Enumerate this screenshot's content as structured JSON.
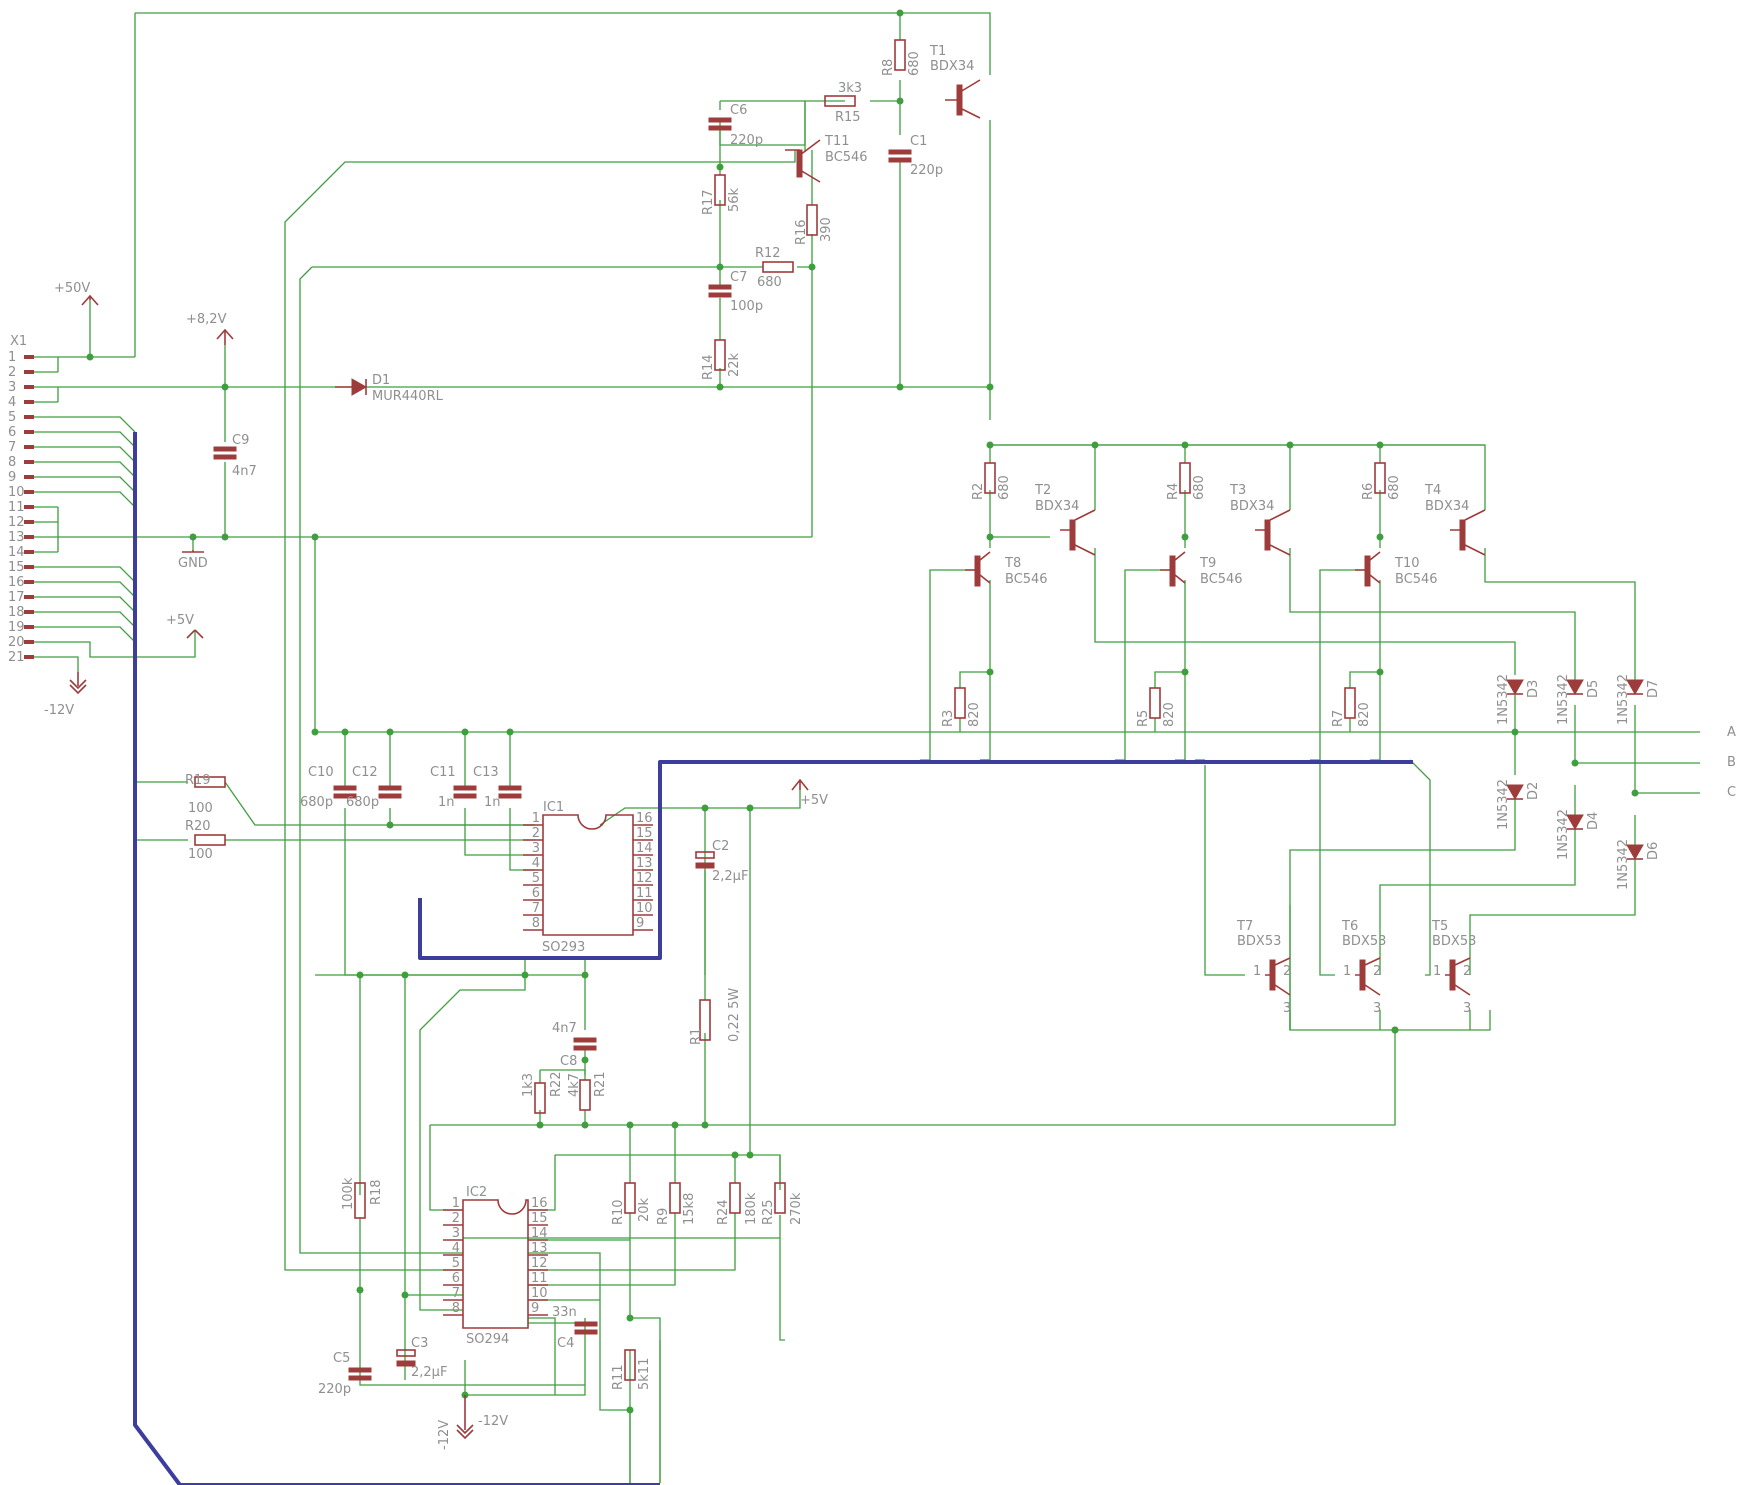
{
  "colors": {
    "wire": "#3f9f3f",
    "bus": "#3d3d9e",
    "component": "#9e3b3b",
    "label": "#8f8f8f"
  },
  "connector": {
    "name": "X1",
    "pins": [
      "1",
      "2",
      "3",
      "4",
      "5",
      "6",
      "7",
      "8",
      "9",
      "10",
      "11",
      "12",
      "13",
      "14",
      "15",
      "16",
      "17",
      "18",
      "19",
      "20",
      "21"
    ]
  },
  "supplies": {
    "p50": "+50V",
    "p82": "+8,2V",
    "p5a": "+5V",
    "p5b": "+5V",
    "m12a": "-12V",
    "m12b": "-12V",
    "m12c": "-12V",
    "gnd": "GND"
  },
  "outputs": [
    "A",
    "B",
    "C"
  ],
  "resistors": [
    {
      "name": "R8",
      "value": "680"
    },
    {
      "name": "R15",
      "value": "3k3"
    },
    {
      "name": "R17",
      "value": "56k"
    },
    {
      "name": "R16",
      "value": "390"
    },
    {
      "name": "R12",
      "value": "680"
    },
    {
      "name": "R14",
      "value": "22k"
    },
    {
      "name": "R2",
      "value": "680"
    },
    {
      "name": "R4",
      "value": "680"
    },
    {
      "name": "R6",
      "value": "680"
    },
    {
      "name": "R3",
      "value": "820"
    },
    {
      "name": "R5",
      "value": "820"
    },
    {
      "name": "R7",
      "value": "820"
    },
    {
      "name": "R19",
      "value": "100"
    },
    {
      "name": "R20",
      "value": "100"
    },
    {
      "name": "R1",
      "value": "0,22 5W"
    },
    {
      "name": "R22",
      "value": "1k3"
    },
    {
      "name": "R21",
      "value": "4k7"
    },
    {
      "name": "R18",
      "value": "100k"
    },
    {
      "name": "R10",
      "value": "20k"
    },
    {
      "name": "R9",
      "value": "15k8"
    },
    {
      "name": "R24",
      "value": "180k"
    },
    {
      "name": "R25",
      "value": "270k"
    },
    {
      "name": "R11",
      "value": "5k11"
    }
  ],
  "capacitors": [
    {
      "name": "C6",
      "value": "220p"
    },
    {
      "name": "C1",
      "value": "220p"
    },
    {
      "name": "C7",
      "value": "100p"
    },
    {
      "name": "C9",
      "value": "4n7"
    },
    {
      "name": "C10",
      "value": "680p"
    },
    {
      "name": "C12",
      "value": "680p"
    },
    {
      "name": "C11",
      "value": "1n"
    },
    {
      "name": "C13",
      "value": "1n"
    },
    {
      "name": "C2",
      "value": "2,2µF"
    },
    {
      "name": "C8",
      "value": "4n7"
    },
    {
      "name": "C5",
      "value": "220p"
    },
    {
      "name": "C3",
      "value": "2,2µF"
    },
    {
      "name": "C4",
      "value": "33n"
    }
  ],
  "transistors": [
    {
      "name": "T1",
      "type": "BDX34"
    },
    {
      "name": "T11",
      "type": "BC546"
    },
    {
      "name": "T2",
      "type": "BDX34"
    },
    {
      "name": "T3",
      "type": "BDX34"
    },
    {
      "name": "T4",
      "type": "BDX34"
    },
    {
      "name": "T8",
      "type": "BC546"
    },
    {
      "name": "T9",
      "type": "BC546"
    },
    {
      "name": "T10",
      "type": "BC546"
    },
    {
      "name": "T7",
      "type": "BDX53"
    },
    {
      "name": "T6",
      "type": "BDX53"
    },
    {
      "name": "T5",
      "type": "BDX53"
    }
  ],
  "diodes": [
    {
      "name": "D1",
      "type": "MUR440RL"
    },
    {
      "name": "D3",
      "type": "1N5342"
    },
    {
      "name": "D5",
      "type": "1N5342"
    },
    {
      "name": "D7",
      "type": "1N5342"
    },
    {
      "name": "D2",
      "type": "1N5342"
    },
    {
      "name": "D4",
      "type": "1N5342"
    },
    {
      "name": "D6",
      "type": "1N5342"
    }
  ],
  "ics": [
    {
      "name": "IC1",
      "part": "SO293",
      "pins": [
        "1",
        "2",
        "3",
        "4",
        "5",
        "6",
        "7",
        "8",
        "9",
        "10",
        "11",
        "12",
        "13",
        "14",
        "15",
        "16"
      ]
    },
    {
      "name": "IC2",
      "part": "SO294",
      "pins": [
        "1",
        "2",
        "3",
        "4",
        "5",
        "6",
        "7",
        "8",
        "9",
        "10",
        "11",
        "12",
        "13",
        "14",
        "15",
        "16"
      ]
    }
  ],
  "pin_numbers": [
    "1",
    "2",
    "3"
  ]
}
